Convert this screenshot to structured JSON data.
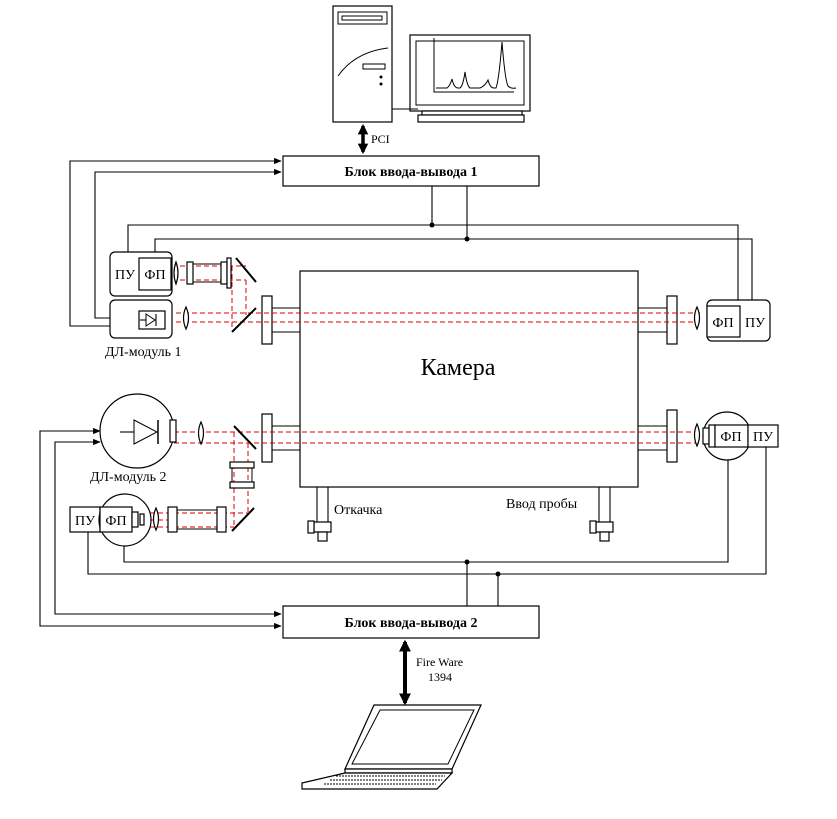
{
  "labels": {
    "chamber": "Камера",
    "io_block_1": "Блок ввода-вывода 1",
    "io_block_2": "Блок ввода-вывода 2",
    "dl_module_1": "ДЛ-модуль 1",
    "dl_module_2": "ДЛ-модуль 2",
    "pumping": "Откачка",
    "sample_inlet": "Ввод пробы",
    "pci": "PCI",
    "firewire_line1": "Fire Ware",
    "firewire_line2": "1394",
    "amplifier": "ПУ",
    "photodetector": "ФП"
  },
  "colors": {
    "beam": "#e00000",
    "line": "#000000",
    "background": "#ffffff"
  },
  "icons": {
    "desktop": "desktop-computer-icon",
    "monitor": "monitor-icon",
    "laptop": "laptop-icon",
    "diode": "diode-icon"
  }
}
